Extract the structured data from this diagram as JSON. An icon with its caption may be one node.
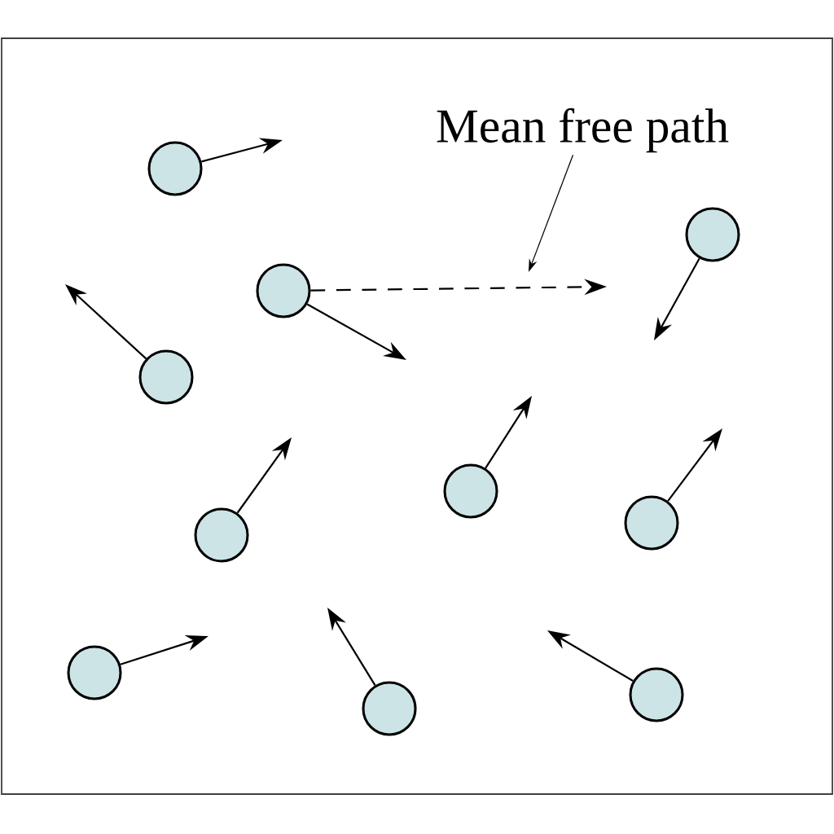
{
  "diagram": {
    "nodes": [
      {
        "text": [
          "Mean free path"
        ]
      },
      {
        "text": [],
        "shape": "circle"
      },
      {
        "text": [],
        "shape": "circle"
      },
      {
        "text": [],
        "shape": "circle"
      },
      {
        "text": [],
        "shape": "circle"
      },
      {
        "text": [],
        "shape": "circle"
      },
      {
        "text": [],
        "shape": "circle"
      },
      {
        "text": [],
        "shape": "circle"
      },
      {
        "text": [],
        "shape": "circle"
      },
      {
        "text": [],
        "shape": "circle"
      },
      {
        "text": [],
        "shape": "circle"
      }
    ],
    "edges": [
      {
        "from": 1,
        "to": null,
        "arrow": "to"
      },
      {
        "from": 2,
        "to": null,
        "arrow": "to"
      },
      {
        "from": 3,
        "to": null,
        "arrow": "to"
      },
      {
        "from": 3,
        "to": null,
        "arrow": "to",
        "style": "dashed"
      },
      {
        "from": 4,
        "to": null,
        "arrow": "to"
      },
      {
        "from": 5,
        "to": null,
        "arrow": "to"
      },
      {
        "from": 6,
        "to": null,
        "arrow": "to"
      },
      {
        "from": 7,
        "to": null,
        "arrow": "to"
      },
      {
        "from": 8,
        "to": null,
        "arrow": "to"
      },
      {
        "from": 9,
        "to": null,
        "arrow": "to"
      },
      {
        "from": 10,
        "to": null,
        "arrow": "to"
      },
      {
        "from": 0,
        "to": null,
        "arrow": "to"
      }
    ]
  }
}
